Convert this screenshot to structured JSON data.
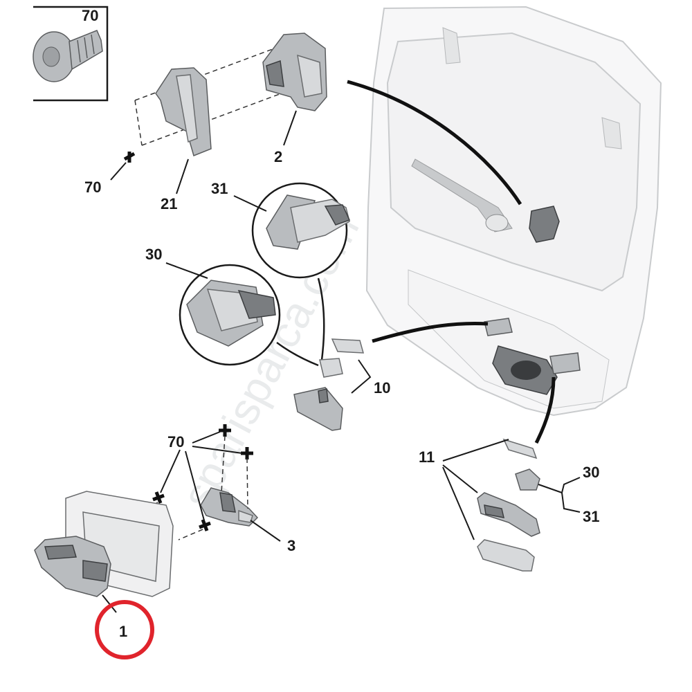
{
  "labels": {
    "inset_screw": "70",
    "screw_top_left": "70",
    "bracket": "21",
    "lock_top": "2",
    "switch_31_upper": "31",
    "switch_30_upper": "30",
    "part_10": "10",
    "screws_lower": "70",
    "part_3": "3",
    "part_11": "11",
    "switch_30_right": "30",
    "switch_31_right": "31",
    "part_1_highlighted": "1"
  },
  "watermark": "sparisparca.com",
  "colors": {
    "highlight_circle": "#e0242c",
    "line": "#1a1a1a",
    "part_fill": "#b9bcbf"
  }
}
